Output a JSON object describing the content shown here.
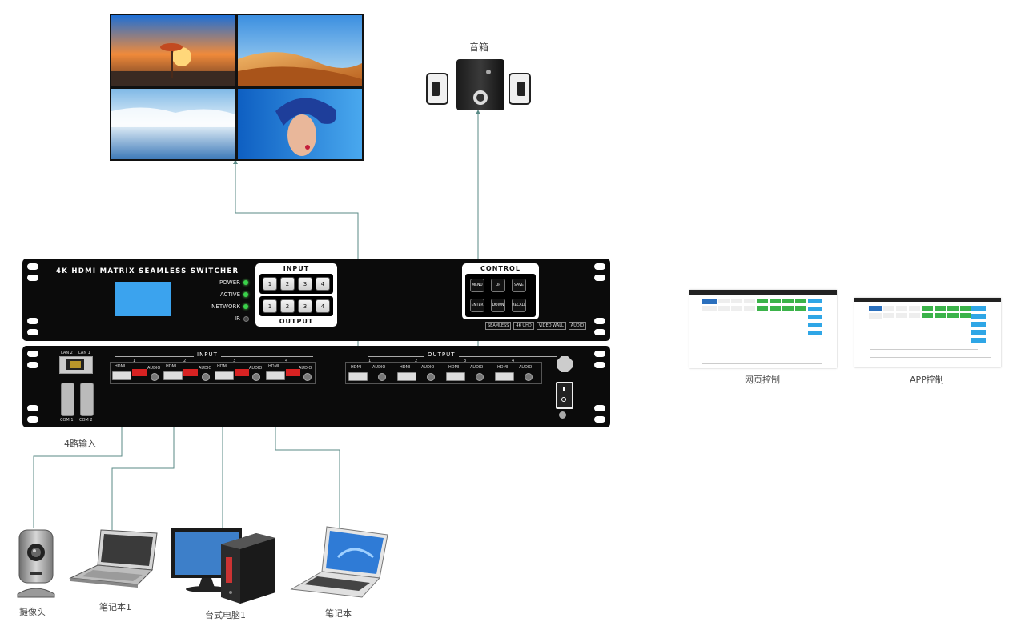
{
  "labels": {
    "speaker": "音箱",
    "inputs_count": "4路输入",
    "camera": "摄像头",
    "laptop1": "笔记本1",
    "desktop": "台式电脑1",
    "laptop2": "笔记本",
    "web_control": "网页控制",
    "app_control": "APP控制"
  },
  "front_panel": {
    "title": "4K HDMI MATRIX SEAMLESS SWITCHER",
    "leds": [
      {
        "label": "POWER",
        "on": true
      },
      {
        "label": "ACTIVE",
        "on": true
      },
      {
        "label": "NETWORK",
        "on": true
      },
      {
        "label": "IR",
        "on": false
      }
    ],
    "input_head": "INPUT",
    "output_head": "OUTPUT",
    "input_buttons": [
      "1",
      "2",
      "3",
      "4"
    ],
    "output_buttons": [
      "1",
      "2",
      "3",
      "4"
    ],
    "control_head": "CONTROL",
    "control_buttons": [
      "MENU",
      "UP",
      "SAVE",
      "ENTER",
      "DOWN",
      "RECALL"
    ],
    "badges": [
      "SEAMLESS",
      "4K UHD",
      "VIDEO WALL",
      "AUDIO"
    ]
  },
  "rear_panel": {
    "lan": [
      "LAN 2",
      "LAN 1"
    ],
    "com": [
      "COM 1",
      "COM 2"
    ],
    "input_head": "INPUT",
    "output_head": "OUTPUT",
    "input_numbers": [
      "1",
      "2",
      "3",
      "4"
    ],
    "output_numbers": [
      "1",
      "2",
      "3",
      "4"
    ],
    "port_hdmi": "HDMI",
    "port_audio": "AUDIO"
  },
  "colors": {
    "wire": "#5a8a86",
    "chassis": "#0b0b0b",
    "led_green": "#39d24a",
    "lcd": "#3ba3ee",
    "dip_red": "#d72222",
    "thumb_green": "#3bb34a",
    "thumb_blue": "#2fa6e6"
  }
}
